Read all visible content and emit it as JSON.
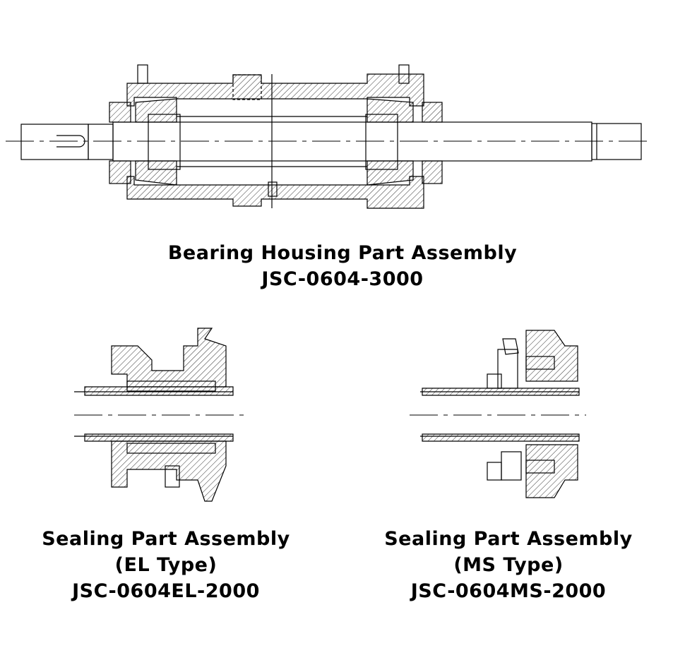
{
  "main_assembly": {
    "title": "Bearing Housing Part Assembly",
    "code": "JSC-0604-3000"
  },
  "seal_el": {
    "title": "Sealing Part Assembly",
    "type": "(EL Type)",
    "code": "JSC-0604EL-2000"
  },
  "seal_ms": {
    "title": "Sealing Part Assembly",
    "type": "(MS Type)",
    "code": "JSC-0604MS-2000"
  },
  "colors": {
    "line": "#000000",
    "background": "#ffffff"
  }
}
